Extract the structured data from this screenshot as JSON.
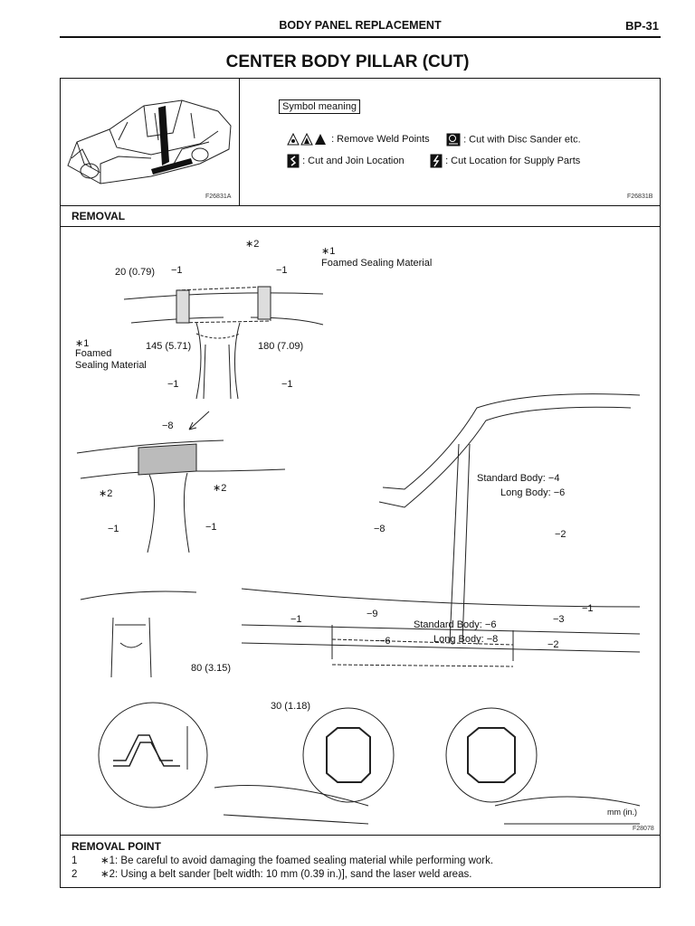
{
  "header": {
    "section": "BODY PANEL REPLACEMENT",
    "page": "BP-31"
  },
  "title": "CENTER BODY PILLAR (CUT)",
  "top_panel": {
    "figure_left": "F26831A",
    "figure_right": "F26831B",
    "legend": {
      "heading": "Symbol meaning",
      "remove_weld": ": Remove Weld Points",
      "disc_sander": ": Cut with Disc Sander etc.",
      "cut_join": ": Cut and Join Location",
      "supply_parts": ": Cut Location for Supply Parts"
    }
  },
  "removal": {
    "heading": "REMOVAL",
    "figure": "F28078",
    "units": "mm (in.)",
    "labels": {
      "dim_20": "20 (0.79)",
      "dim_145": "145 (5.71)",
      "dim_180": "180 (7.09)",
      "dim_80": "80 (3.15)",
      "dim_30": "30 (1.18)",
      "foam_top": "Foamed Sealing Material",
      "foam_left_1": "Foamed",
      "foam_left_2": "Sealing Material",
      "star1": "∗1",
      "star2": "∗2",
      "std_body_4": "Standard Body:",
      "long_body_6": "Long Body:",
      "std_body_6": "Standard Body:",
      "long_body_8": "Long Body:",
      "n1": "−1",
      "n2": "−2",
      "n3": "−3",
      "n4": "−4",
      "n6": "−6",
      "n8": "−8",
      "n9": "−9"
    }
  },
  "removal_point": {
    "heading": "REMOVAL POINT",
    "items": [
      {
        "num": "1",
        "text": "∗1: Be careful to avoid damaging the foamed sealing material while performing work."
      },
      {
        "num": "2",
        "text": "∗2: Using a belt sander [belt width: 10 mm (0.39 in.)], sand the laser weld areas."
      }
    ]
  }
}
